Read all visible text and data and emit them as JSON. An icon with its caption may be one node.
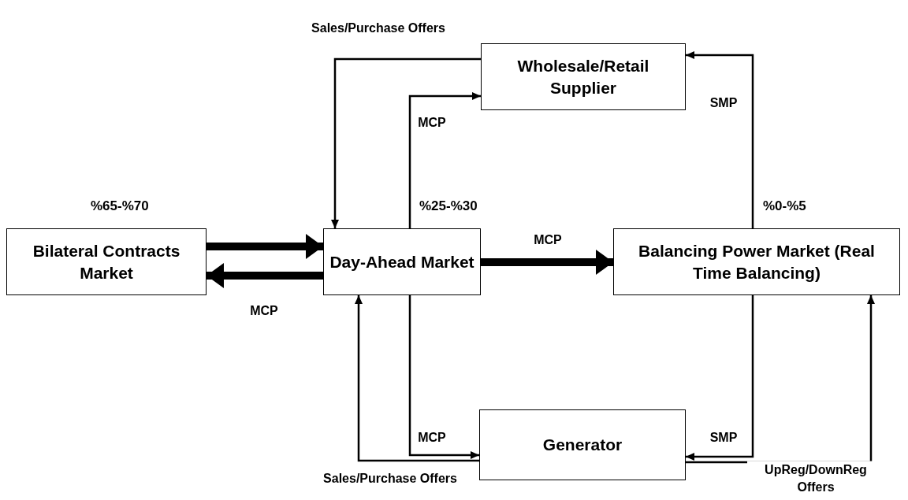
{
  "diagram": {
    "nodes": [
      {
        "text": [
          "Bilateral Contracts Market"
        ]
      },
      {
        "text": [
          "Day-Ahead Market"
        ]
      },
      {
        "text": [
          "Wholesale/Retail Supplier"
        ]
      },
      {
        "text": [
          "Balancing Power Market (Real Time Balancing)"
        ]
      },
      {
        "text": [
          "Generator"
        ]
      }
    ],
    "edges": [
      {
        "from": 0,
        "to": 1,
        "arrow": "to",
        "style": "thick"
      },
      {
        "from": 1,
        "to": 0,
        "arrow": "to",
        "style": "thick",
        "label": "MCP"
      },
      {
        "from": 1,
        "to": 3,
        "arrow": "to",
        "style": "thick",
        "label": "MCP"
      },
      {
        "from": 2,
        "to": 1,
        "arrow": "to",
        "label": "Sales/Purchase Offers"
      },
      {
        "from": 1,
        "to": 2,
        "arrow": "to",
        "label": "MCP"
      },
      {
        "from": 3,
        "to": 2,
        "arrow": "to",
        "label": "SMP"
      },
      {
        "from": 1,
        "to": 4,
        "arrow": "to",
        "label": "MCP"
      },
      {
        "from": 3,
        "to": 4,
        "arrow": "to",
        "label": "SMP"
      },
      {
        "from": 4,
        "to": 1,
        "arrow": "to",
        "label": "Sales/Purchase Offers"
      },
      {
        "from": 4,
        "to": 3,
        "arrow": "to",
        "label": "UpReg/DownReg Offers"
      }
    ],
    "labels": [
      "%65-%70",
      "%25-%30",
      "%0-%5"
    ]
  }
}
